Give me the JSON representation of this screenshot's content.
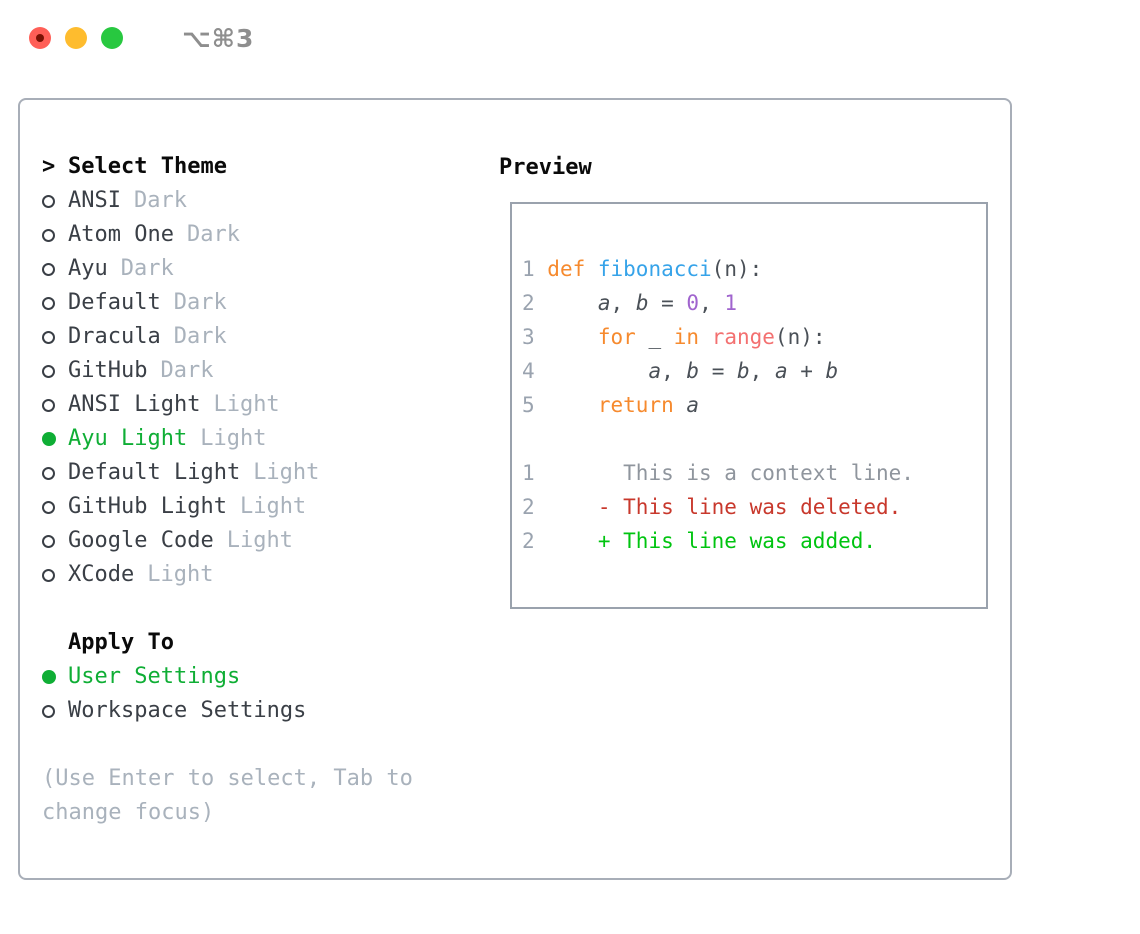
{
  "window": {
    "shortcut": "⌥⌘3",
    "traffic_lights": [
      "close",
      "minimize",
      "zoom"
    ]
  },
  "left": {
    "header_prefix": ">",
    "header": "Select Theme",
    "themes": [
      {
        "name": "ANSI",
        "variant": "Dark",
        "selected": false
      },
      {
        "name": "Atom One",
        "variant": "Dark",
        "selected": false
      },
      {
        "name": "Ayu",
        "variant": "Dark",
        "selected": false
      },
      {
        "name": "Default",
        "variant": "Dark",
        "selected": false
      },
      {
        "name": "Dracula",
        "variant": "Dark",
        "selected": false
      },
      {
        "name": "GitHub",
        "variant": "Dark",
        "selected": false
      },
      {
        "name": "ANSI Light",
        "variant": "Light",
        "selected": false
      },
      {
        "name": "Ayu Light",
        "variant": "Light",
        "selected": true
      },
      {
        "name": "Default Light",
        "variant": "Light",
        "selected": false
      },
      {
        "name": "GitHub Light",
        "variant": "Light",
        "selected": false
      },
      {
        "name": "Google Code",
        "variant": "Light",
        "selected": false
      },
      {
        "name": "XCode",
        "variant": "Light",
        "selected": false
      }
    ],
    "apply_to": {
      "label": "Apply To",
      "options": [
        {
          "label": "User Settings",
          "selected": true
        },
        {
          "label": "Workspace Settings",
          "selected": false
        }
      ]
    },
    "hint": "(Use Enter to select, Tab to change focus)"
  },
  "preview": {
    "label": "Preview",
    "lines": [
      {
        "num": "1",
        "tokens": [
          {
            "t": "def ",
            "c": "keyword"
          },
          {
            "t": "fibonacci",
            "c": "function"
          },
          {
            "t": "(n):",
            "c": "plain"
          }
        ]
      },
      {
        "num": "2",
        "tokens": [
          {
            "t": "    ",
            "c": "plain"
          },
          {
            "t": "a",
            "c": "variable"
          },
          {
            "t": ", ",
            "c": "plain"
          },
          {
            "t": "b",
            "c": "variable"
          },
          {
            "t": " = ",
            "c": "plain"
          },
          {
            "t": "0",
            "c": "number"
          },
          {
            "t": ", ",
            "c": "plain"
          },
          {
            "t": "1",
            "c": "number"
          }
        ]
      },
      {
        "num": "3",
        "tokens": [
          {
            "t": "    ",
            "c": "plain"
          },
          {
            "t": "for",
            "c": "keyword"
          },
          {
            "t": " _ ",
            "c": "plain"
          },
          {
            "t": "in",
            "c": "keyword"
          },
          {
            "t": " ",
            "c": "plain"
          },
          {
            "t": "range",
            "c": "builtin"
          },
          {
            "t": "(n):",
            "c": "plain"
          }
        ]
      },
      {
        "num": "4",
        "tokens": [
          {
            "t": "        ",
            "c": "plain"
          },
          {
            "t": "a",
            "c": "variable"
          },
          {
            "t": ", ",
            "c": "plain"
          },
          {
            "t": "b",
            "c": "variable"
          },
          {
            "t": " = ",
            "c": "plain"
          },
          {
            "t": "b",
            "c": "variable"
          },
          {
            "t": ", ",
            "c": "plain"
          },
          {
            "t": "a",
            "c": "variable"
          },
          {
            "t": " + ",
            "c": "plain"
          },
          {
            "t": "b",
            "c": "variable"
          }
        ]
      },
      {
        "num": "5",
        "tokens": [
          {
            "t": "    ",
            "c": "plain"
          },
          {
            "t": "return",
            "c": "keyword"
          },
          {
            "t": " ",
            "c": "plain"
          },
          {
            "t": "a",
            "c": "variable"
          }
        ]
      },
      {
        "num": "",
        "tokens": []
      },
      {
        "num": "1",
        "tokens": [
          {
            "t": "      This is a context line.",
            "c": "context"
          }
        ]
      },
      {
        "num": "2",
        "tokens": [
          {
            "t": "    - This line was deleted.",
            "c": "deleted"
          }
        ]
      },
      {
        "num": "2",
        "tokens": [
          {
            "t": "    + This line was added.",
            "c": "added"
          }
        ]
      }
    ]
  },
  "colors": {
    "traffic_red": "#FF5F57",
    "traffic_yellow": "#FEBC2E",
    "traffic_green": "#28C840",
    "shortcut_gray": "#8E8E8E",
    "panel_border": "#A8AEB8",
    "preview_border": "#9AA2AD",
    "text_dark": "#3A3F46",
    "muted_gray": "#A9B2BC",
    "selection_green": "#0FAE35",
    "line_number_gray": "#9AA3AF",
    "plain_code": "#4A5057",
    "keyword_orange": "#F68A2E",
    "function_blue": "#36A3E9",
    "number_purple": "#A064CE",
    "builtin_red": "#F37070",
    "context_gray": "#8F959D",
    "deleted_red": "#C8382C",
    "added_green": "#00C410"
  }
}
